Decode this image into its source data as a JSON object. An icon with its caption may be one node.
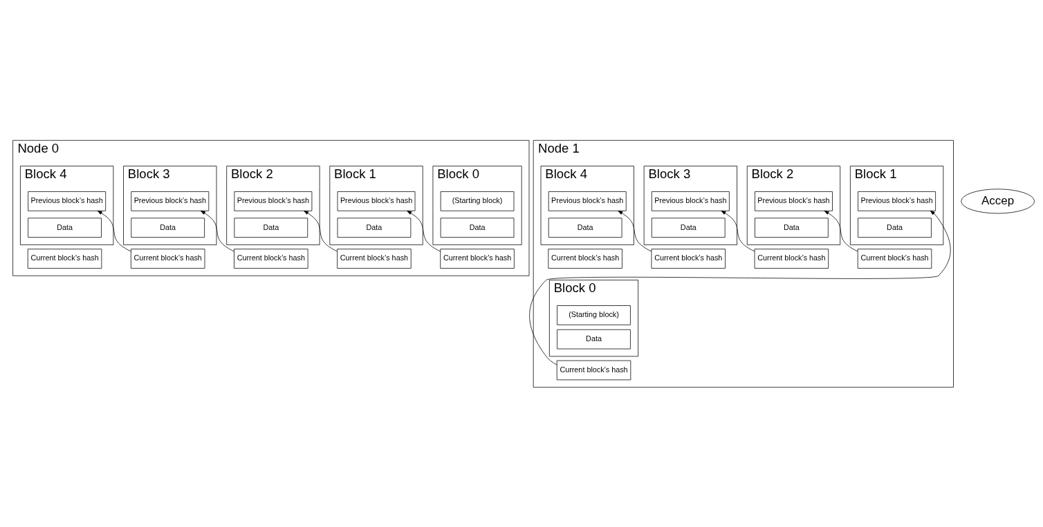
{
  "diagram": {
    "nodes": [
      {
        "text": [
          "Node 0"
        ]
      },
      {
        "text": [
          "Block 0"
        ],
        "in": 0
      },
      {
        "text": [
          "(Starting block)"
        ],
        "in": 1
      },
      {
        "text": [
          "Data"
        ],
        "in": 1
      },
      {
        "text": [
          "Current block’s hash"
        ],
        "in": 0
      },
      {
        "text": [
          "Block 1"
        ],
        "in": 0
      },
      {
        "text": [
          "Previous block’s hash"
        ],
        "in": 5
      },
      {
        "text": [
          "Data"
        ],
        "in": 5
      },
      {
        "text": [
          "Current block’s hash"
        ],
        "in": 0
      },
      {
        "text": [
          "Block 2"
        ],
        "in": 0
      },
      {
        "text": [
          "Previous block’s hash"
        ],
        "in": 9
      },
      {
        "text": [
          "Data"
        ],
        "in": 9
      },
      {
        "text": [
          "Current block’s hash"
        ],
        "in": 0
      },
      {
        "text": [
          "Block 3"
        ],
        "in": 0
      },
      {
        "text": [
          "Previous block’s hash"
        ],
        "in": 13
      },
      {
        "text": [
          "Data"
        ],
        "in": 13
      },
      {
        "text": [
          "Current block’s hash"
        ],
        "in": 0
      },
      {
        "text": [
          "Block 4"
        ],
        "in": 0
      },
      {
        "text": [
          "Previous block’s hash"
        ],
        "in": 17
      },
      {
        "text": [
          "Data"
        ],
        "in": 17
      },
      {
        "text": [
          "Current block’s hash"
        ],
        "in": 0
      },
      {
        "text": [
          "Node 1"
        ]
      },
      {
        "text": [
          "Block 0"
        ],
        "in": 21
      },
      {
        "text": [
          "(Starting block)"
        ],
        "in": 22
      },
      {
        "text": [
          "Data"
        ],
        "in": 22
      },
      {
        "text": [
          "Current block’s hash"
        ],
        "in": 21
      },
      {
        "text": [
          "Block 1"
        ],
        "in": 21
      },
      {
        "text": [
          "Previous block’s hash"
        ],
        "in": 26
      },
      {
        "text": [
          "Data"
        ],
        "in": 26
      },
      {
        "text": [
          "Current block’s hash"
        ],
        "in": 21
      },
      {
        "text": [
          "Block 2"
        ],
        "in": 21
      },
      {
        "text": [
          "Previous block’s hash"
        ],
        "in": 30
      },
      {
        "text": [
          "Data"
        ],
        "in": 30
      },
      {
        "text": [
          "Current block’s hash"
        ],
        "in": 21
      },
      {
        "text": [
          "Block 3"
        ],
        "in": 21
      },
      {
        "text": [
          "Previous block’s hash"
        ],
        "in": 34
      },
      {
        "text": [
          "Data"
        ],
        "in": 34
      },
      {
        "text": [
          "Current block’s hash"
        ],
        "in": 21
      },
      {
        "text": [
          "Block 4"
        ],
        "in": 21
      },
      {
        "text": [
          "Previous block’s hash"
        ],
        "in": 38
      },
      {
        "text": [
          "Data"
        ],
        "in": 38
      },
      {
        "text": [
          "Current block’s hash"
        ],
        "in": 21
      }
    ],
    "edges": [
      {
        "from": 4,
        "to": 6,
        "arrow": "to"
      },
      {
        "from": 8,
        "to": 10,
        "arrow": "to"
      },
      {
        "from": 12,
        "to": 14,
        "arrow": "to"
      },
      {
        "from": 16,
        "to": 18,
        "arrow": "to"
      },
      {
        "from": 25,
        "to": 27,
        "arrow": "to"
      },
      {
        "from": 29,
        "to": 31,
        "arrow": "to"
      },
      {
        "from": 33,
        "to": 35,
        "arrow": "to"
      },
      {
        "from": 37,
        "to": 39,
        "arrow": "to"
      }
    ],
    "labels": [
      "Accep"
    ]
  }
}
